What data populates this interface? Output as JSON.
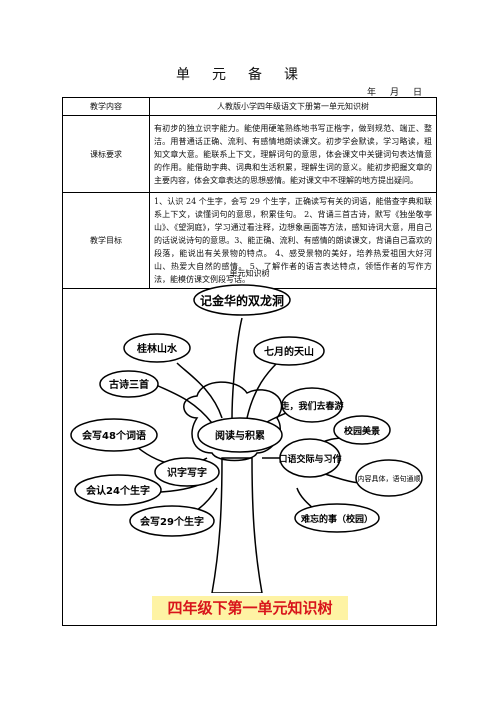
{
  "header": {
    "title": "单元备课",
    "date_label": "年月日"
  },
  "table": {
    "rows": [
      {
        "label": "教学内容",
        "content": "人教版小学四年级语文下册第一单元知识树"
      },
      {
        "label": "课标要求",
        "content": "有初步的独立识字能力。能使用硬笔熟练地书写正楷字，做到规范、端正、整洁。用普通话正确、流利、有感情地朗读课文。初步学会默读，学习略读，粗知文章大意。能联系上下文，理解词句的意思，体会课文中关键词句表达情意的作用。能借助字典、词典和生活积累，理解生词的意义。能初步把握文章的主要内容，体会文章表达的思想感情。能对课文中不理解的地方提出疑问。"
      },
      {
        "label": "教学目标",
        "content": "1、认识 24 个生字，会写 29 个生字，正确读写有关的词语，能借查字典和联系上下文，读懂词句的意思，积累佳句。 2、背诵三首古诗，默写《独坐敬亭山》、《望洞庭》，学习通过看注释，边想象画面等方法，感知诗词大意，用自己的话说说诗句的意思。3、能正确、流利、有感情的朗读课文，背诵自己喜欢的段落，能说出有关景物的特点。 4、感受景物的美好，培养热爱祖国大好河山、热爱大自然的感情。 5、了解作者的语言表达特点，领悟作者的写作方法，能模仿课文例段写话。"
      }
    ],
    "tree_label": "单元知识树"
  },
  "tree": {
    "nodes": {
      "top": "记金华的双龙洞",
      "guilin": "桂林山水",
      "tianshan": "七月的天山",
      "gushi": "古诗三首",
      "center": "阅读与积累",
      "walk": "走，我们去春游",
      "ci48": "会写48个词语",
      "shizi": "识字写字",
      "kouyu": "口语交际与习作",
      "xiaoyuan": "校园美景",
      "neirong": "内容具体，语句通顺",
      "ren24": "会认24个生字",
      "xie29": "会写29个生字",
      "nanwang": "难忘的事（校园）"
    }
  },
  "banner": "四年级下第一单元知识树"
}
